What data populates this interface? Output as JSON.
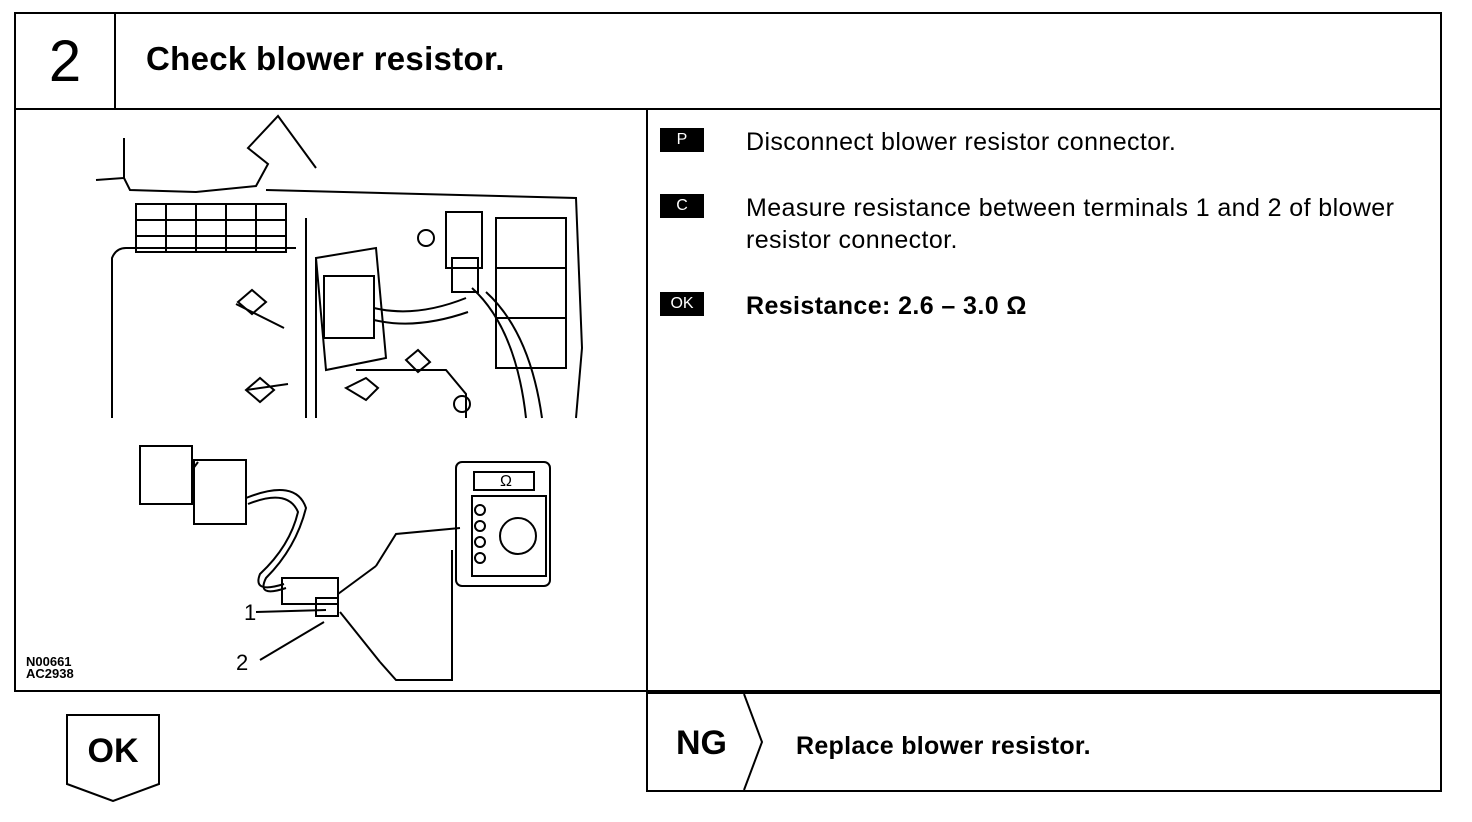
{
  "header": {
    "step_number": "2",
    "title": "Check blower resistor."
  },
  "figure": {
    "code_1": "N00661",
    "code_2": "AC2938",
    "callout_1": "1",
    "callout_2": "2",
    "meter_symbol": "Ω"
  },
  "instructions": [
    {
      "badge": "P",
      "text": "Disconnect blower resistor connector."
    },
    {
      "badge": "C",
      "text": "Measure resistance between terminals 1 and 2 of blower resistor connector."
    },
    {
      "badge": "OK",
      "text": "Resistance:   2.6 – 3.0 Ω"
    }
  ],
  "result_ok": {
    "label": "OK"
  },
  "result_ng": {
    "label": "NG",
    "action": "Replace blower resistor."
  }
}
